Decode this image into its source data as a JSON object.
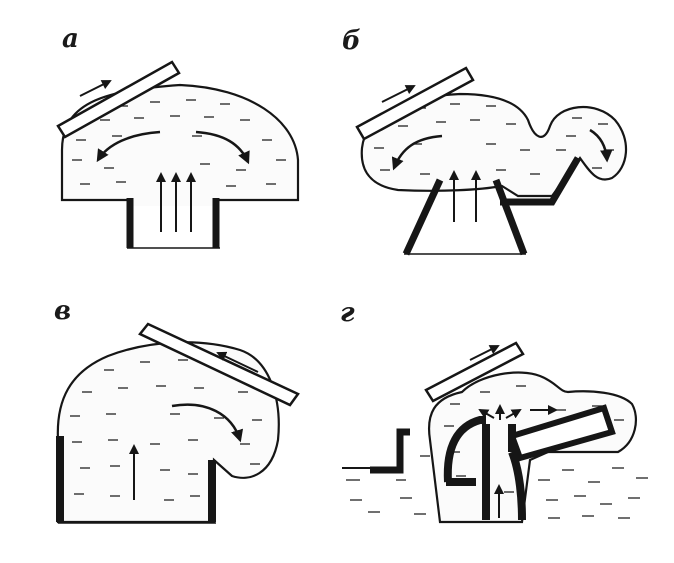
{
  "figure": {
    "panels": [
      {
        "id": "a",
        "label": "а"
      },
      {
        "id": "b",
        "label": "б"
      },
      {
        "id": "v",
        "label": "в"
      },
      {
        "id": "g",
        "label": "г"
      }
    ]
  },
  "colors": {
    "ink": "#161616",
    "background": "#ffffff"
  }
}
